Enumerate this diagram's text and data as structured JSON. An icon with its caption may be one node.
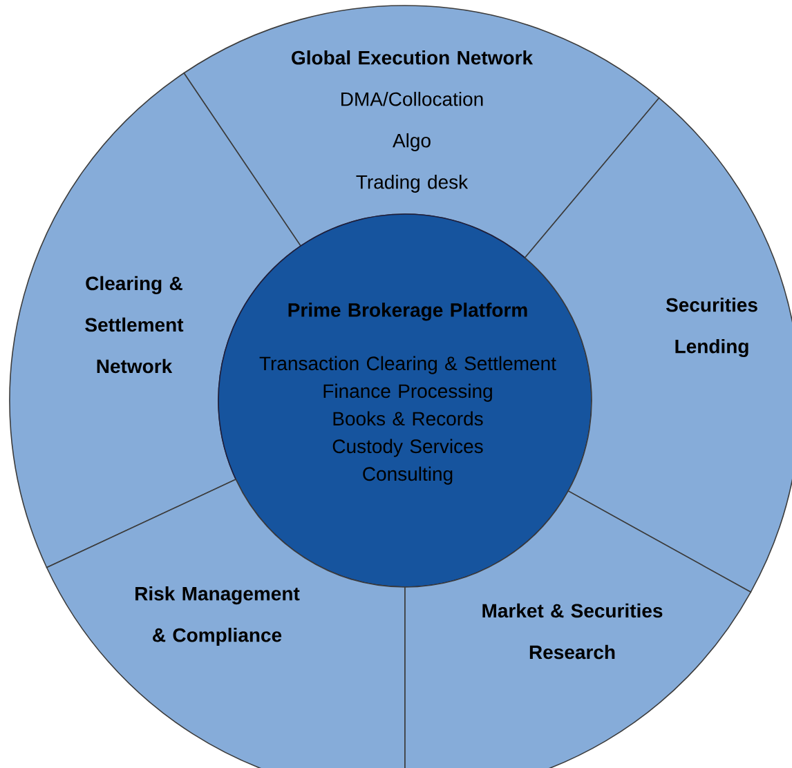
{
  "diagram": {
    "nodes": [
      {
        "text": [
          "Global Execution Network",
          "DMA/Collocation",
          "Algo",
          "Trading desk"
        ]
      },
      {
        "text": [
          "Clearing & Settlement Network"
        ]
      },
      {
        "text": [
          "Prime Brokerage Platform",
          "Transaction Clearing & Settlement",
          "Finance Processing",
          "Books & Records",
          "Custody Services",
          "Consulting"
        ]
      },
      {
        "text": [
          "Securities Lending"
        ]
      },
      {
        "text": [
          "Risk Management & Compliance"
        ]
      },
      {
        "text": [
          "Market & Securities Research"
        ]
      }
    ]
  }
}
